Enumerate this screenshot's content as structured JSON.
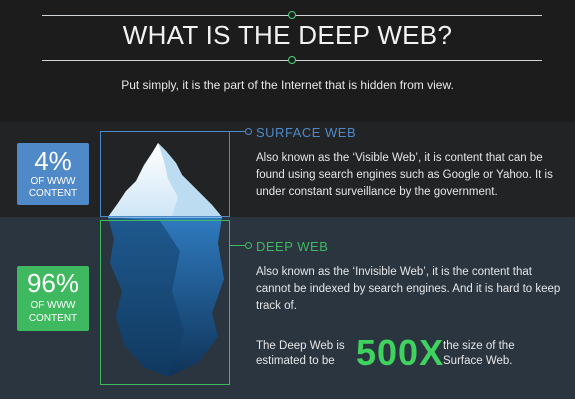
{
  "header": {
    "title": "WHAT IS THE DEEP WEB?",
    "subtitle": "Put simply, it is the part of the Internet that is hidden from view."
  },
  "surface": {
    "percent": "4%",
    "percent_line1": "OF WWW",
    "percent_line2": "CONTENT",
    "label": "SURFACE WEB",
    "description": "Also known as the ‘Visible Web’, it is content that can be found using search engines such as Google or Yahoo. It is under constant surveillance by the government."
  },
  "deep": {
    "percent": "96%",
    "percent_line1": "OF WWW",
    "percent_line2": "CONTENT",
    "label": "DEEP WEB",
    "description": "Also known as the ‘Invisible Web’, it is the content that cannot be indexed by search engines. And it is hard to keep track of."
  },
  "stat": {
    "prefix": "The Deep Web is estimated to be",
    "value": "500X",
    "suffix": "the size of the Surface Web."
  },
  "colors": {
    "surface_accent": "#4f89c7",
    "deep_accent": "#3fb960",
    "stat_green": "#3fd25f",
    "header_bg": "#1c1c1c",
    "deep_bg": "#2b3540"
  },
  "icons": {
    "surface_node": "circle-node-icon",
    "deep_node": "circle-node-icon",
    "iceberg": "iceberg-illustration"
  }
}
